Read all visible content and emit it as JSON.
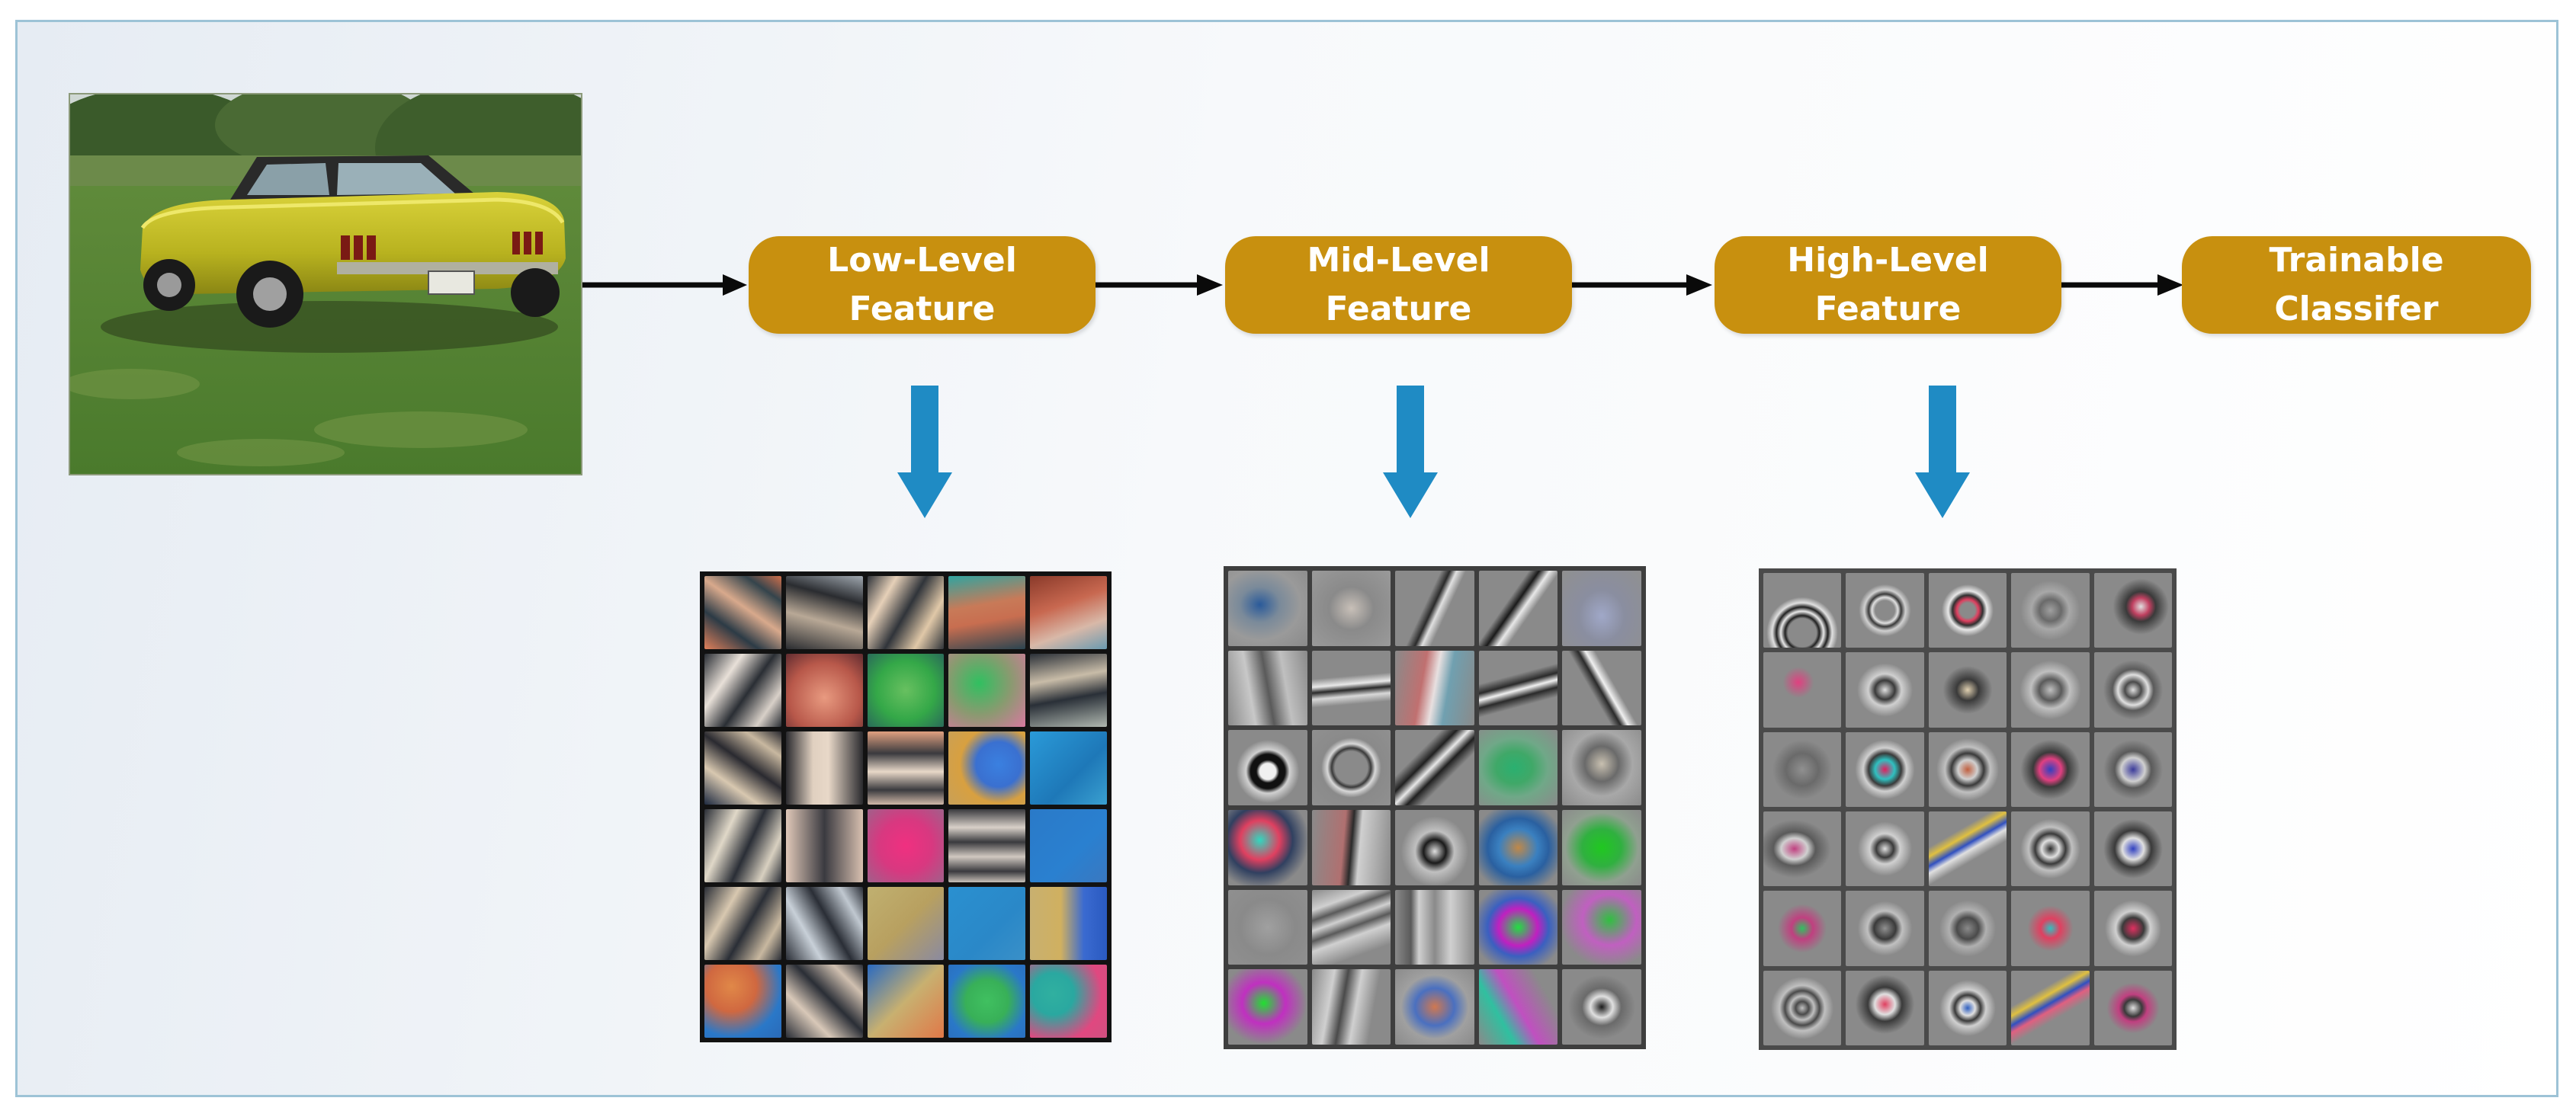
{
  "pipeline": {
    "stages": [
      {
        "id": "low",
        "label": "Low-Level\nFeature"
      },
      {
        "id": "mid",
        "label": "Mid-Level\nFeature"
      },
      {
        "id": "high",
        "label": "High-Level\nFeature"
      },
      {
        "id": "classifier",
        "label": "Trainable Classifer"
      }
    ]
  },
  "colors": {
    "stage_fill": "#c8900f",
    "stage_text": "#ffffff",
    "flow_arrow": "#0a0a0a",
    "down_arrow": "#1f8bc4",
    "frame_border": "#9dc3d6"
  },
  "input_image": {
    "icon": "car-photo-icon"
  },
  "feature_grids": {
    "low": {
      "rows": 6,
      "cols": 5,
      "cells": [
        "linear-gradient(35deg,#e0805a 0%,#2c3b46 30%,#d8a98c 55%,#34444c 80%,#cf6f4b 100%)",
        "linear-gradient(15deg,#2a2c30 0%,#b8a896 40%,#2a2c30 70%,#a0a8b0 100%)",
        "linear-gradient(120deg,#30343a 0%,#e6d0b8 25%,#30343a 50%,#e0c8a8 75%,#30343a 100%)",
        "linear-gradient(170deg,#30a4a0 0%,#c87a58 40%,#c86e50 60%,#2a4450 100%)",
        "linear-gradient(160deg,#8a3a2a 0%,#c86850 40%,#d8b8a8 70%,#6a9ab0 100%)",
        "linear-gradient(125deg,#2a2e34 0%,#e8e0d8 30%,#2a2e34 55%,#d8d0c8 80%,#2a2e34 100%)",
        "radial-gradient(circle at 50% 60%,#e89a80 0%,#b8584a 60%,#602c30 100%)",
        "radial-gradient(circle at 50% 50%,#68c060 0%,#34a848 55%,#2a6a5a 100%)",
        "radial-gradient(circle at 40% 40%,#30c060 0%,#8a9a70 50%,#d878a0 100%)",
        "linear-gradient(170deg,#2a3038 0%,#c8bca8 35%,#2a3038 60%,#b0b8b0 100%)",
        "linear-gradient(35deg,#1e2a40 0%,#d8c8b0 30%,#2a2a30 55%,#c8b8a0 80%,#2a2a30 100%)",
        "linear-gradient(90deg,#2a2a2e 0%,#e0d0c0 35%,#e8d8c8 55%,#2a2a2e 100%)",
        "linear-gradient(180deg,#e0a080 0%,#3a3a3e 30%,#e8d8c8 55%,#3a3a3e 80%,#d0b8a8 100%)",
        "radial-gradient(circle at 65% 45%,#3a80e0 0%,#3a70d0 35%,#d8a040 60%,#c8a058 100%)",
        "linear-gradient(135deg,#2a9ad8 0%,#1e78b8 60%,#3aa0d0 100%)",
        "linear-gradient(115deg,#2a2e36 0%,#e0d8c8 30%,#2a2e36 55%,#d8d0c0 80%,#2a2e36 100%)",
        "linear-gradient(90deg,#e0c8b8 0%,#3a3a40 50%,#d8c0b0 100%)",
        "radial-gradient(circle at 50% 50%,#f03080 0%,#d83880 50%,#a0608a 100%)",
        "linear-gradient(180deg,#3a3a3e 0%,#d8d0c8 25%,#3a3a3e 45%,#d0c8c0 65%,#3a3a3e 85%,#c8c0b8 100%)",
        "linear-gradient(135deg,#2a7ac8 0%,#2a80d0 60%,#3a78c0 100%)",
        "linear-gradient(120deg,#2a2e36 0%,#d8c8b0 30%,#2a2e36 55%,#c8b8a0 80%,#2a2e36 100%)",
        "linear-gradient(60deg,#2a2e36 0%,#c8d0d8 30%,#2a2e36 55%,#c0c8d0 80%,#2a2e36 100%)",
        "linear-gradient(135deg,#c0b070 0%,#b8a060 50%,#8a8aa0 100%)",
        "linear-gradient(135deg,#2a90d0 0%,#2a88c8 60%,#3a90c8 100%)",
        "linear-gradient(90deg,#c8b070 0%,#d0b060 40%,#3a6ad0 70%,#2a5ac0 100%)",
        "radial-gradient(circle at 35% 30%,#e08848 0%,#d06840 35%,#2a78c8 70%,#2a6ab8 100%)",
        "linear-gradient(45deg,#2a2e36 0%,#d8c8b8 30%,#2a2e36 55%,#d0c0b0 80%,#2a2e36 100%)",
        "linear-gradient(135deg,#2a6ac0 0%,#c8b070 50%,#e07848 100%)",
        "radial-gradient(circle at 50% 50%,#40c060 0%,#38b058 40%,#2a78c8 75%,#2a70c0 100%)",
        "radial-gradient(circle at 30% 40%,#30b0a0 0%,#2aa8a0 30%,#e04880 70%,#d05080 100%)"
      ]
    },
    "mid": {
      "rows": 6,
      "cols": 5,
      "cells": [
        "radial-gradient(ellipse at 40% 45%,#2a5a9a 0%,#7a8a9a 30%,#9a9a9a 60%,#8a8a8a 100%)",
        "radial-gradient(ellipse at 50% 50%,#c8c0b8 0%,#8a8a8a 40%,#9a9a9a 100%)",
        "linear-gradient(115deg,#8a8a8a 0%,#8a8a8a 40%,#2a2a2a 48%,#e0e0e0 54%,#8a8a8a 62%,#8a8a8a 100%)",
        "linear-gradient(125deg,#8a8a8a 0%,#8a8a8a 38%,#1a1a1a 46%,#e8e8e8 54%,#8a8a8a 62%,#8a8a8a 100%)",
        "radial-gradient(ellipse at 50% 60%,#a0a8c8 0%,#8a8ea0 40%,#909090 100%)",
        "linear-gradient(80deg,#8a8a8a 0%,#c8c8c8 30%,#5a5a5a 50%,#c0c0c0 70%,#8a8a8a 100%)",
        "linear-gradient(175deg,#8a8a8a 0%,#8a8a8a 35%,#e8e8e8 45%,#2a2a2a 52%,#d8d8d8 60%,#8a8a8a 70%,#8a8a8a 100%)",
        "linear-gradient(100deg,#8a8a8a 0%,#c07070 35%,#e8e0e0 50%,#70a0b0 65%,#8a8a8a 100%)",
        "linear-gradient(165deg,#8a8a8a 0%,#8a8a8a 35%,#2a2a2a 45%,#f0f0f0 52%,#2a2a2a 60%,#8a8a8a 70%,#8a8a8a 100%)",
        "linear-gradient(60deg,#8a8a8a 0%,#8a8a8a 40%,#2a2a2a 48%,#f0f0f0 54%,#8a8a8a 62%,#8a8a8a 100%)",
        "radial-gradient(circle at 50% 55%,#f0f0f0 0%,#f0f0f0 14%,#101010 20%,#101010 30%,#d0d0d0 38%,#8a8a8a 55%,#8a8a8a 100%)",
        "radial-gradient(circle at 50% 50%,#8a8a8a 0%,#8a8a8a 30%,#3a3a3a 36%,#d8d8d8 44%,#8a8a8a 55%,#909090 100%)",
        "linear-gradient(135deg,#8a8a8a 0%,#8a8a8a 30%,#202020 40%,#e8e8e8 48%,#202020 56%,#8a8a8a 66%,#8a8a8a 100%)",
        "radial-gradient(ellipse at 45% 50%,#2ab070 0%,#40a868 30%,#70a888 55%,#8a8a8a 100%)",
        "radial-gradient(ellipse at 50% 45%,#c8c0b0 0%,#6a6a6a 30%,#a8a8a8 55%,#8a8a8a 100%)",
        "radial-gradient(circle at 40% 40%,#30d8c0 0%,#e04060 30%,#304060 50%,#8a8a8a 75%)",
        "linear-gradient(95deg,#8a8a8a 0%,#b07070 40%,#2a2a2a 50%,#d0d0d0 60%,#8a8a8a 100%)",
        "radial-gradient(ellipse at 50% 55%,#e0e0e0 0%,#1a1a1a 20%,#c0c0c0 35%,#8a8a8a 60%)",
        "radial-gradient(ellipse at 50% 50%,#c08848 0%,#3a80c0 35%,#2a60a0 55%,#8a8a8a 85%)",
        "radial-gradient(ellipse at 50% 50%,#20c820 0%,#30b040 35%,#90a090 65%,#8a8a8a 100%)",
        "radial-gradient(circle at 50% 50%,#a0a0a0 0%,#8a8a8a 50%,#909090 100%)",
        "linear-gradient(160deg,#8a8a8a 0%,#d0d0d0 20%,#5a5a5a 30%,#d0d0d0 40%,#5a5a5a 50%,#d0d0d0 60%,#8a8a8a 80%)",
        "linear-gradient(90deg,#8a8a8a 0%,#5a5a5a 20%,#d0d0d0 30%,#8a8a8a 50%,#d0d0d0 70%,#8a8a8a 100%)",
        "radial-gradient(ellipse at 50% 50%,#20e040 0%,#c020c0 35%,#3a60c0 55%,#8a8a8a 85%)",
        "radial-gradient(ellipse at 60% 40%,#30c040 0%,#c060c0 40%,#8a8a8a 75%)",
        "radial-gradient(ellipse at 45% 45%,#20e030 0%,#c030c0 35%,#8a8a8a 70%)",
        "linear-gradient(100deg,#8a8a8a 0%,#d0d0d0 25%,#4a4a4a 40%,#d0d0d0 55%,#8a8a8a 75%)",
        "radial-gradient(ellipse at 50% 50%,#d07850 0%,#4a70c0 35%,#a0a0a0 60%,#8a8a8a 100%)",
        "linear-gradient(60deg,#8a8a8a 0%,#30c0a0 30%,#c050c0 50%,#8a8a8a 80%)",
        "radial-gradient(ellipse at 50% 50%,#1a1a1a 0%,#e0e0e0 20%,#6a6a6a 35%,#8a8a8a 60%)"
      ]
    },
    "high": {
      "rows": 6,
      "cols": 5,
      "cells": [
        "radial-gradient(circle at 50% 80%,#8a8a8a 0%,#8a8a8a 20%,#202020 24%,#e8e8e8 30%,#202020 36%,#e0e0e0 42%,#8a8a8a 50%,#8a8a8a 100%)",
        "radial-gradient(circle at 50% 50%,#8a8a8a 0%,#8a8a8a 18%,#e0e0e0 24%,#3a3a3a 30%,#d0d0d0 38%,#8a8a8a 48%)",
        "radial-gradient(circle at 50% 50%,#8a8a8a 0%,#8a8a8a 14%,#e04060 20%,#303030 28%,#e8e8e8 36%,#8a8a8a 48%)",
        "radial-gradient(circle at 50% 50%,#a0a0a0 0%,#6a6a6a 20%,#a8a8a8 35%,#8a8a8a 55%)",
        "radial-gradient(circle at 60% 45%,#e0e0e0 0%,#c04060 14%,#3a3a3a 24%,#8a8a8a 45%)",
        "radial-gradient(circle at 45% 40%,#e04080 0%,#8a8a8a 25%,#8a8a8a 100%)",
        "radial-gradient(ellipse at 50% 50%,#e0e0e0 0%,#3a3a3a 18%,#d0d0d0 30%,#8a8a8a 50%)",
        "radial-gradient(ellipse at 50% 50%,#e0d0b0 0%,#3a3a3a 20%,#8a8a8a 45%)",
        "radial-gradient(ellipse at 50% 50%,#c0c0c0 0%,#5a5a5a 20%,#c0c0c0 35%,#8a8a8a 55%)",
        "radial-gradient(circle at 50% 50%,#e0e0e0 0%,#4a4a4a 15%,#e0e0e0 28%,#5a5a5a 38%,#8a8a8a 55%)",
        "radial-gradient(circle at 50% 50%,#909090 0%,#6a6a6a 30%,#8a8a8a 55%)",
        "radial-gradient(circle at 50% 50%,#e02060 0%,#30c0c0 18%,#3a3a3a 30%,#d0d0d0 40%,#8a8a8a 55%)",
        "radial-gradient(circle at 50% 50%,#c06040 0%,#d0d0d0 18%,#3a3a3a 30%,#c0c0c0 42%,#8a8a8a 58%)",
        "radial-gradient(circle at 50% 50%,#3040c0 0%,#e04080 20%,#3a3a3a 32%,#8a8a8a 55%)",
        "radial-gradient(circle at 50% 50%,#3a3a9a 0%,#d0d0d0 22%,#5a5a5a 34%,#8a8a8a 55%)",
        "radial-gradient(ellipse at 40% 50%,#c04080 0%,#d0d0d0 20%,#5a5a5a 32%,#8a8a8a 55%)",
        "radial-gradient(circle at 50% 50%,#e0e0e0 0%,#3a3a3a 16%,#d0d0d0 28%,#8a8a8a 50%)",
        "linear-gradient(150deg,#8a8a8a 0%,#8a8a8a 30%,#e0c040 38%,#3050c0 46%,#e0e0e0 52%,#8a8a8a 62%,#8a8a8a 100%)",
        "radial-gradient(circle at 50% 50%,#2a2a2a 0%,#e0e0e0 16%,#3a3a3a 28%,#c0c0c0 40%,#8a8a8a 55%)",
        "radial-gradient(circle at 50% 50%,#3040c0 0%,#e0e0e0 20%,#3a3a3a 34%,#8a8a8a 55%)",
        "radial-gradient(circle at 50% 50%,#30c060 0%,#c04080 20%,#8a8a8a 45%)",
        "radial-gradient(circle at 50% 50%,#909090 0%,#3a3a3a 20%,#c0c0c0 32%,#8a8a8a 50%)",
        "radial-gradient(circle at 50% 50%,#8a8a8a 0%,#4a4a4a 20%,#b0b0b0 34%,#8a8a8a 52%)",
        "radial-gradient(circle at 50% 50%,#30c0c0 0%,#e04060 18%,#8a8a8a 42%)",
        "radial-gradient(circle at 50% 50%,#e03060 0%,#3a3a3a 20%,#d0d0d0 32%,#8a8a8a 52%)",
        "radial-gradient(circle at 50% 50%,#c0c0c0 0%,#4a4a4a 12%,#c0c0c0 22%,#4a4a4a 32%,#c0c0c0 42%,#8a8a8a 58%)",
        "radial-gradient(circle at 50% 45%,#e04060 0%,#e0e0e0 18%,#3a3a3a 30%,#8a8a8a 52%)",
        "radial-gradient(circle at 50% 50%,#3060c0 0%,#e0e0e0 14%,#3a3a3a 24%,#d0d0d0 34%,#8a8a8a 52%)",
        "linear-gradient(150deg,#8a8a8a 0%,#8a8a8a 30%,#e0c040 38%,#3050c0 46%,#e06080 52%,#8a8a8a 62%,#8a8a8a 100%)",
        "radial-gradient(ellipse at 50% 50%,#e0e0e0 0%,#3a3a3a 16%,#c04080 26%,#8a8a8a 48%)"
      ]
    }
  }
}
